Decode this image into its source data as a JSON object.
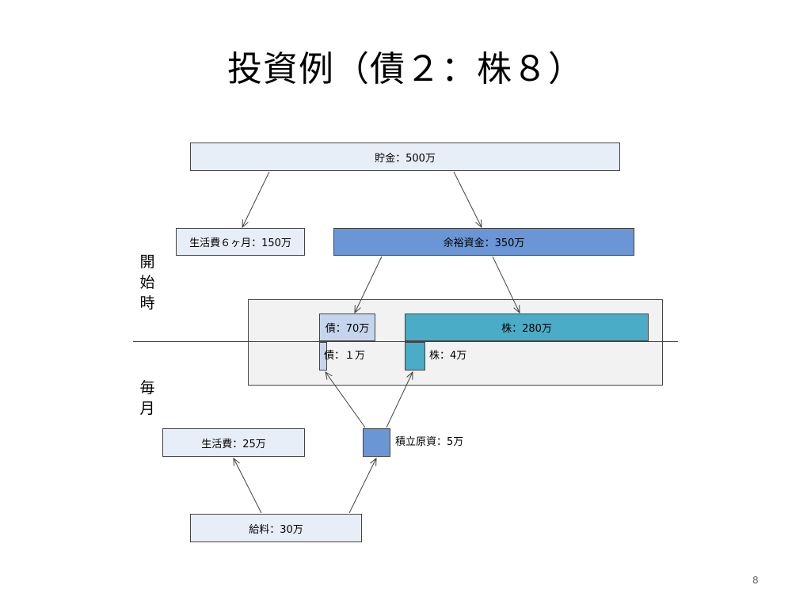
{
  "title": "投資例（債２：株８）",
  "page_number": "8",
  "side_labels": {
    "start": [
      "開",
      "始",
      "時"
    ],
    "monthly": [
      "毎",
      "月"
    ]
  },
  "boxes": {
    "savings": "貯金：500万",
    "living_6m": "生活費６ヶ月：150万",
    "surplus": "余裕資金：350万",
    "bond_initial": "債：70万",
    "stock_initial": "株：280万",
    "bond_monthly": "債：１万",
    "stock_monthly": "株：4万",
    "living_monthly": "生活費：25万",
    "accumulation": "積立原資：5万",
    "salary": "給料：30万"
  },
  "colors": {
    "light_box": "#e8eef8",
    "blue_box": "#6a96d6",
    "teal_box": "#4aacc6",
    "region": "#f2f2f2"
  }
}
